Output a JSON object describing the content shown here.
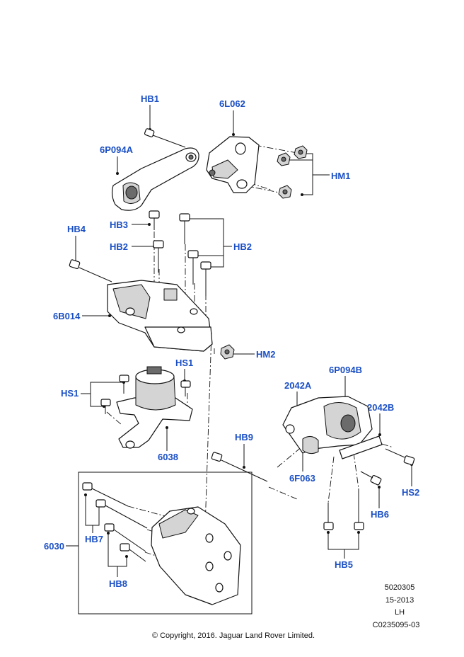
{
  "labels": {
    "hb1": "HB1",
    "l6L062": "6L062",
    "l6P094A": "6P094A",
    "hm1": "HM1",
    "hb4": "HB4",
    "hb3": "HB3",
    "hb2a": "HB2",
    "hb2b": "HB2",
    "l6B014": "6B014",
    "hm2": "HM2",
    "hs1a": "HS1",
    "hs1b": "HS1",
    "l6038": "6038",
    "l2042A": "2042A",
    "l6P094B": "6P094B",
    "l2042B": "2042B",
    "hb9": "HB9",
    "l6F063": "6F063",
    "hs2": "HS2",
    "hb6": "HB6",
    "hb5": "HB5",
    "l6030": "6030",
    "hb7": "HB7",
    "hb8": "HB8"
  },
  "meta": {
    "number": "5020305",
    "code": "15-2013",
    "side": "LH",
    "ref": "C0235095-03"
  },
  "copyright": "© Copyright, 2016. Jaguar Land Rover Limited.",
  "colors": {
    "label": "#1a4fc4",
    "line": "#111111",
    "shade": "#d4d4d4"
  }
}
